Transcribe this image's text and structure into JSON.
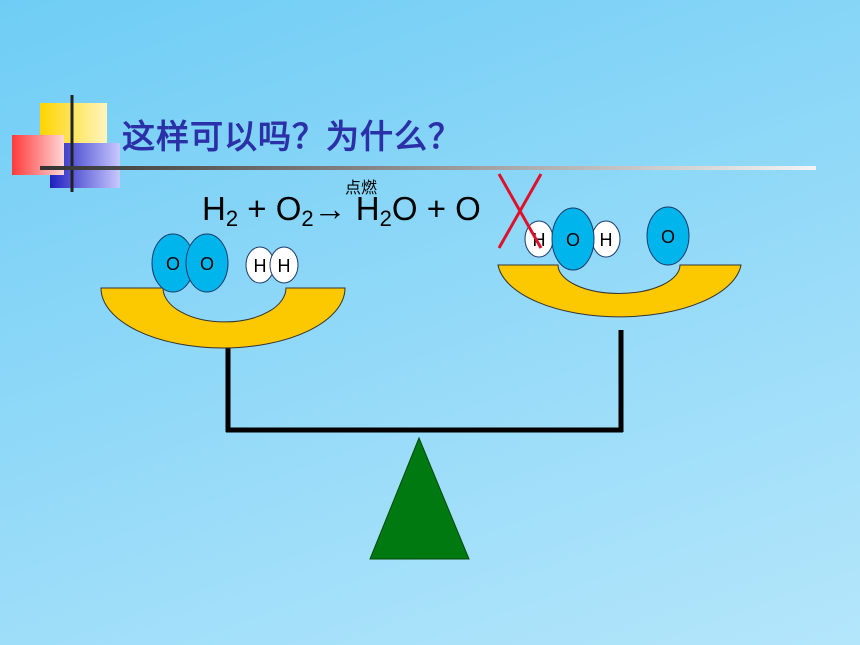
{
  "slide": {
    "title": "这样可以吗？为什么？",
    "condition": "点燃",
    "equation": {
      "r1": "H",
      "r1_sub": "2",
      "plus1": " + ",
      "r2": "O",
      "r2_sub": "2",
      "arrow": "→",
      "p1a": " H",
      "p1_sub": "2",
      "p1b": "O",
      "plus2": " + ",
      "p2": "O"
    },
    "left_pan": {
      "atoms": [
        "O",
        "O",
        "H",
        "H"
      ]
    },
    "right_pan": {
      "atoms": [
        "H",
        "O",
        "H",
        "O"
      ]
    },
    "colors": {
      "pan": "#fcc800",
      "oxygen": "#00b4ec",
      "hydrogen": "#ffffff",
      "fulcrum": "#007a10",
      "cross": "#e0102a",
      "title": "#2b2fa8"
    }
  }
}
